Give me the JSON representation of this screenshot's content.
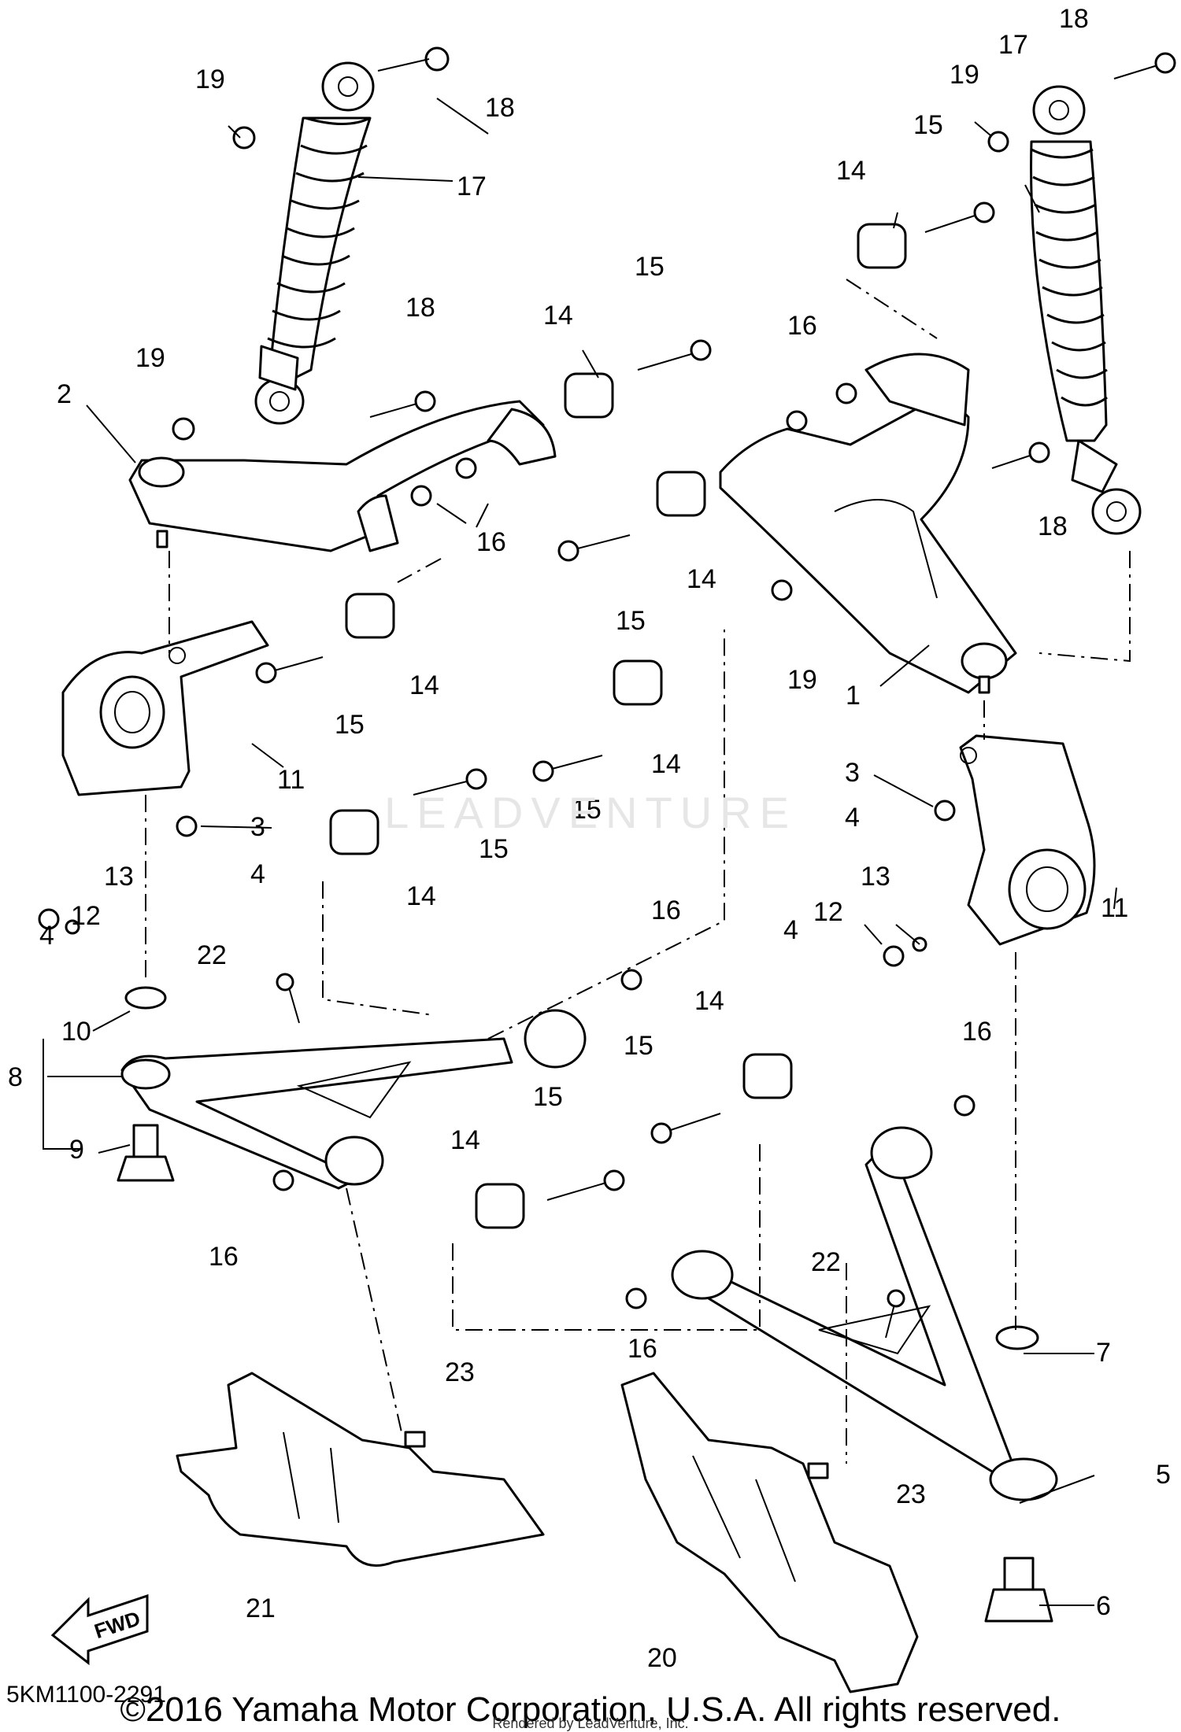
{
  "diagram_code": "5KM1100-2291",
  "copyright": "©2016 Yamaha Motor Corporation, U.S.A. All rights reserved.",
  "rendered_by": "Rendered by LeadVenture, Inc.",
  "watermark": "LEADVENTURE",
  "fwd_label": "FWD",
  "callouts": [
    "1",
    "2",
    "3",
    "3",
    "4",
    "4",
    "4",
    "4",
    "5",
    "6",
    "7",
    "8",
    "9",
    "10",
    "11",
    "11",
    "12",
    "12",
    "13",
    "13",
    "14",
    "14",
    "14",
    "14",
    "14",
    "14",
    "14",
    "14",
    "15",
    "15",
    "15",
    "15",
    "15",
    "15",
    "15",
    "15",
    "16",
    "16",
    "16",
    "16",
    "16",
    "16",
    "17",
    "17",
    "18",
    "18",
    "18",
    "18",
    "19",
    "19",
    "19",
    "19",
    "20",
    "21",
    "22",
    "22",
    "23",
    "23"
  ]
}
